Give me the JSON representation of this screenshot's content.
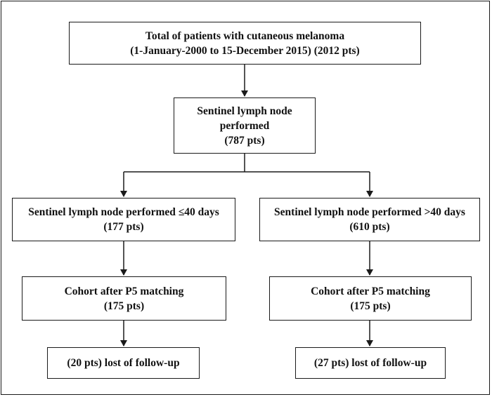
{
  "diagram": {
    "top": {
      "line1": "Total of patients with cutaneous melanoma",
      "line2": "(1-January-2000 to 15-December 2015) (2012 pts)"
    },
    "sentinel": {
      "line1": "Sentinel lymph node",
      "line2": "performed",
      "line3": "(787 pts)"
    },
    "left_branch": {
      "group": {
        "line1": "Sentinel lymph node performed ≤40 days",
        "line2": "(177 pts)"
      },
      "cohort": {
        "line1": "Cohort after P5 matching",
        "line2": "(175 pts)"
      },
      "lost": {
        "line1": "(20 pts) lost of follow-up"
      }
    },
    "right_branch": {
      "group": {
        "line1": "Sentinel lymph node performed >40 days",
        "line2": "(610 pts)"
      },
      "cohort": {
        "line1": "Cohort after P5 matching",
        "line2": "(175 pts)"
      },
      "lost": {
        "line1": "(27 pts) lost of follow-up"
      }
    }
  }
}
